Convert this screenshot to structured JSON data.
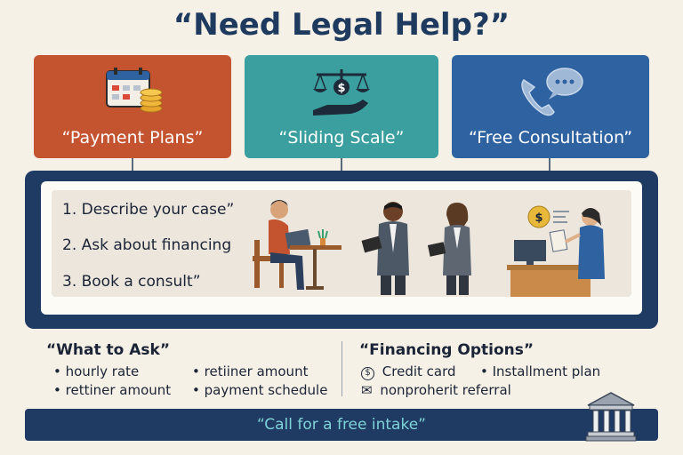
{
  "title": "“Need Legal Help?”",
  "cards": [
    {
      "label": "“Payment Plans”",
      "icon": "calendar-coins-icon",
      "color": "#c4532f"
    },
    {
      "label": "“Sliding Scale”",
      "icon": "scale-hand-icon",
      "color": "#3a9f9e"
    },
    {
      "label": "“Free Consultation”",
      "icon": "phone-chat-icon",
      "color": "#2e62a1"
    }
  ],
  "steps": [
    "1.  Describe your case”",
    "2.  Ask about financing",
    "3.  Book a consult”"
  ],
  "what_to_ask": {
    "title": "“What to Ask”",
    "items": [
      "hourly rate",
      "retiiner amount",
      "rettiner amount",
      "payment schedule"
    ]
  },
  "financing": {
    "title": "“Financing Options”",
    "items": [
      "Credit card",
      "Installment plan",
      "nonproherit referral"
    ]
  },
  "cta": "“Call for a free intake”",
  "colors": {
    "background": "#f6f1e7",
    "navy": "#1f3b63",
    "orange": "#c4532f",
    "teal": "#3a9f9e",
    "blue": "#2e62a1",
    "cta_text": "#7fd3d8"
  }
}
